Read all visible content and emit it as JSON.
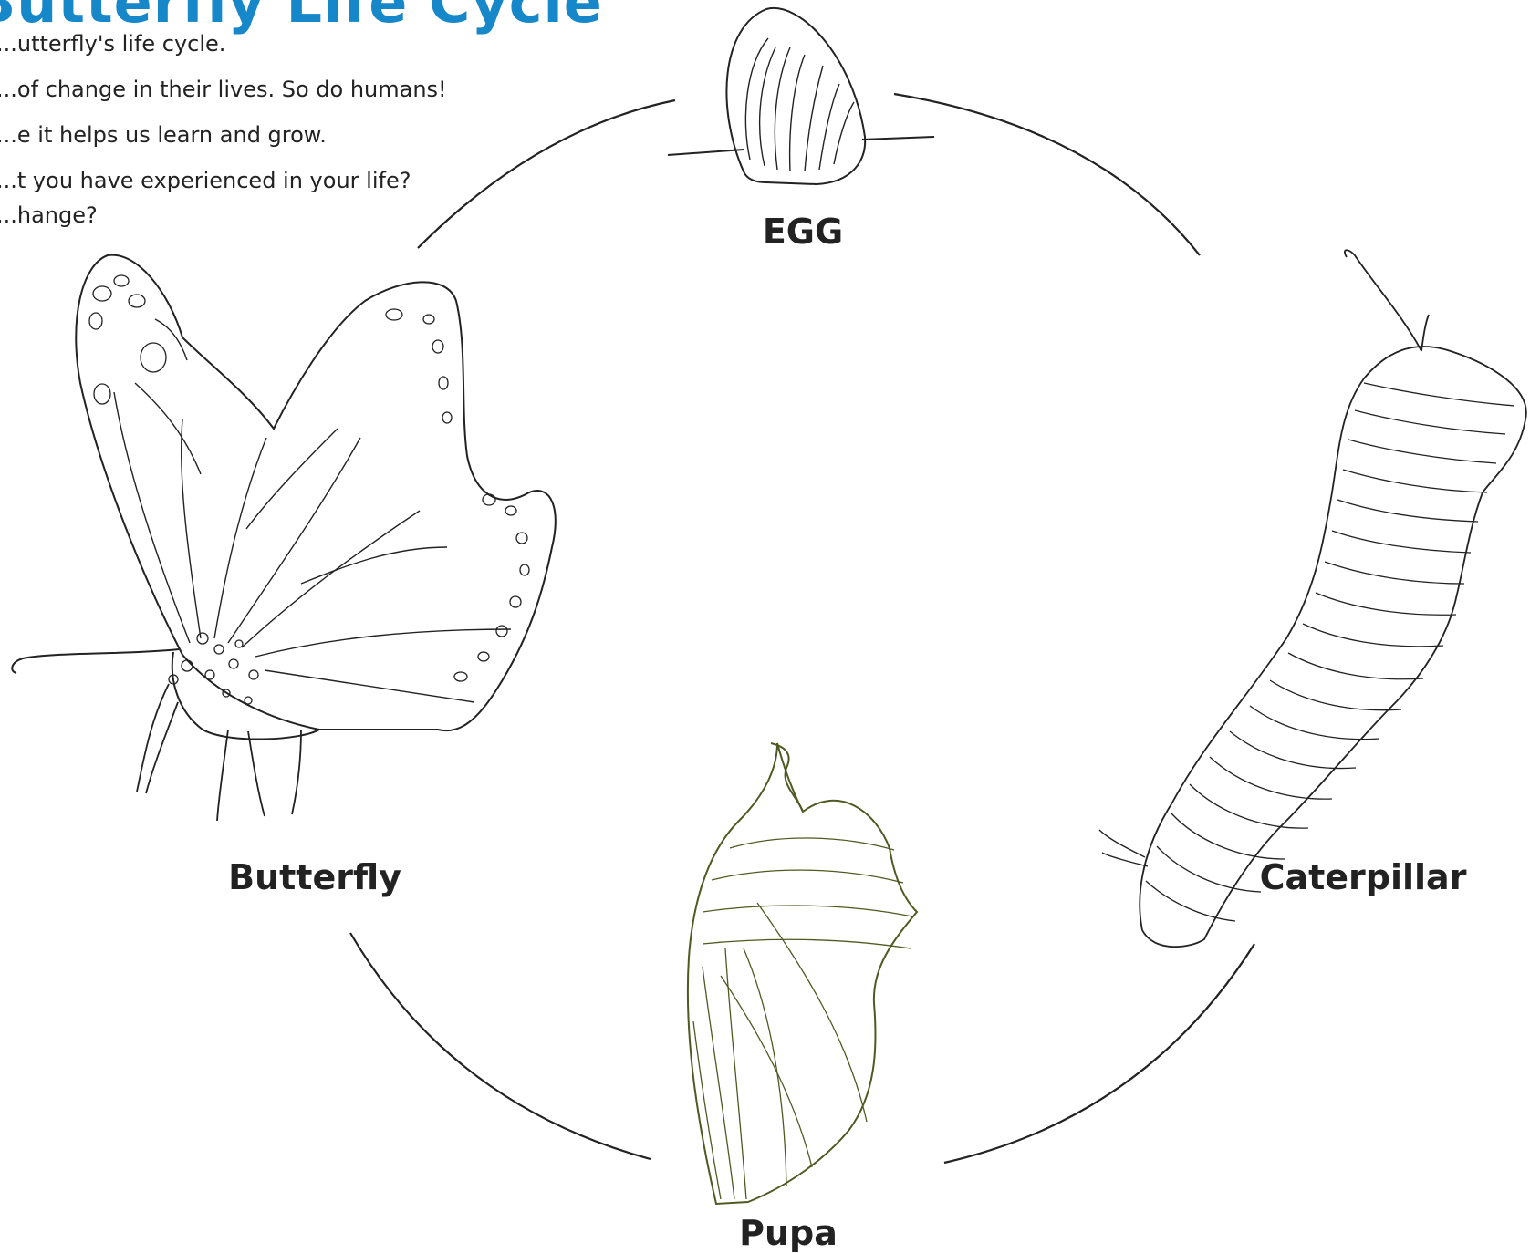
{
  "title": "Butterfly Life Cycle",
  "intro": [
    "...utterfly's life cycle.",
    "...of change in their lives. So do humans!",
    "...e it helps us learn and grow.",
    "...t you have experienced in your life?",
    "...hange?"
  ],
  "stages": {
    "egg": "EGG",
    "caterpillar": "Caterpillar",
    "pupa": "Pupa",
    "butterfly": "Butterfly"
  },
  "colors": {
    "title": "#1687c9",
    "line": "#222222",
    "pupa_line": "#4f5a22"
  },
  "icons": [
    "egg-icon",
    "caterpillar-icon",
    "pupa-icon",
    "butterfly-icon"
  ]
}
